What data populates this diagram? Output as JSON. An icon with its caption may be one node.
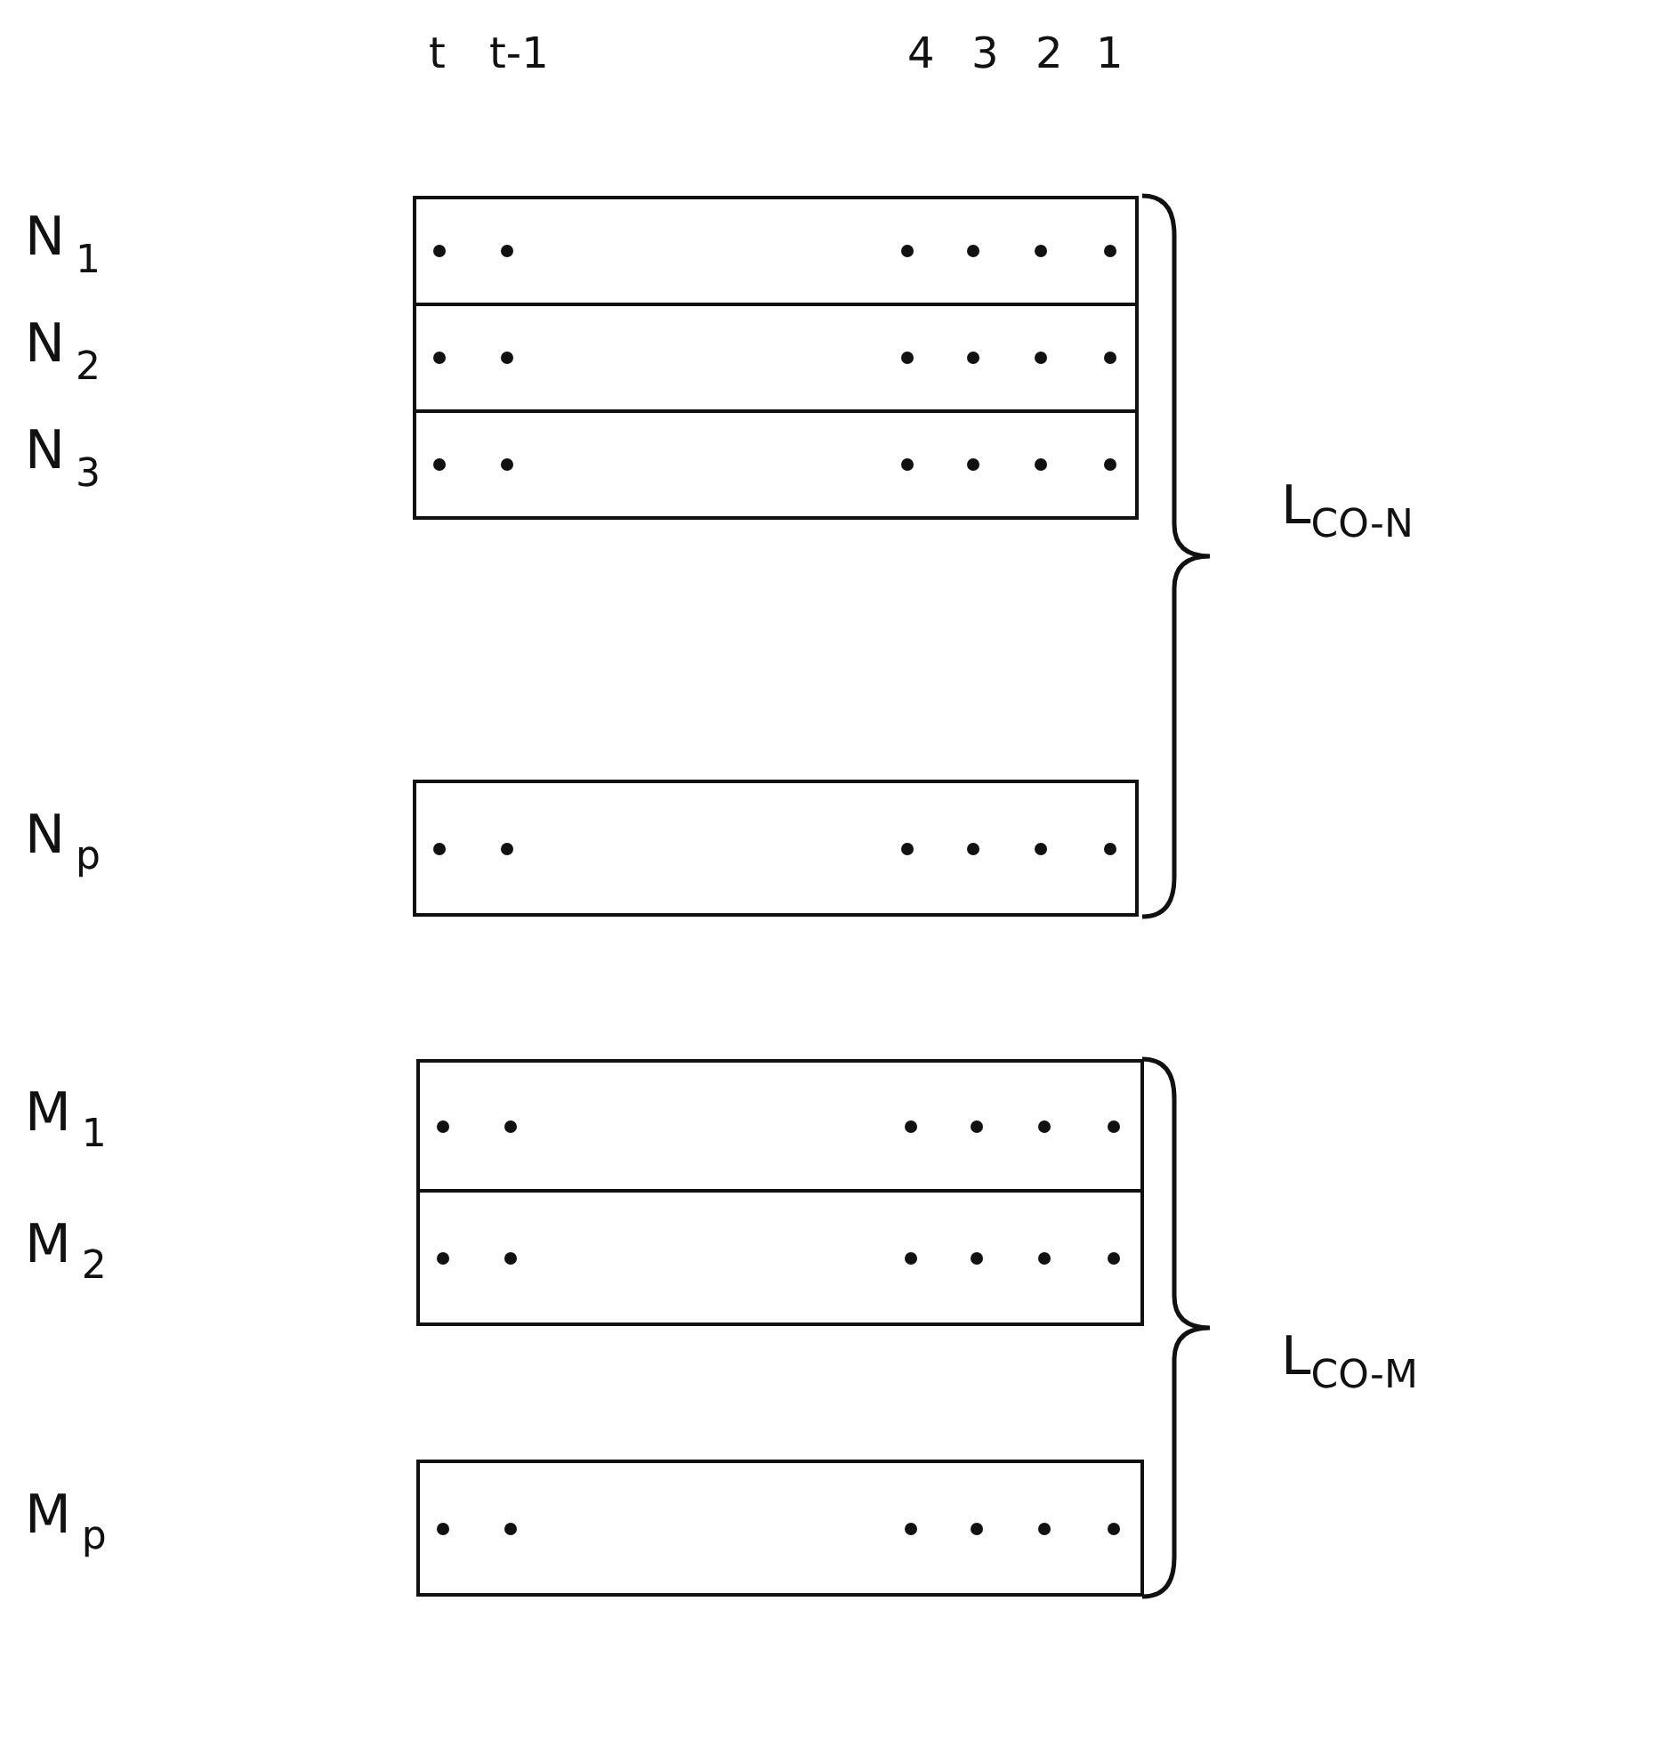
{
  "diagram": {
    "labels": [
      "t",
      "t-1",
      "4",
      "3",
      "2",
      "1",
      "N$_{1}$",
      "N$_{2}$",
      "N$_{3}$",
      "L$_{CO-N}$",
      "N$_{p}$",
      "M$_{1}$",
      "M$_{2}$",
      "L$_{CO-M}$",
      "M$_{p}$"
    ]
  }
}
